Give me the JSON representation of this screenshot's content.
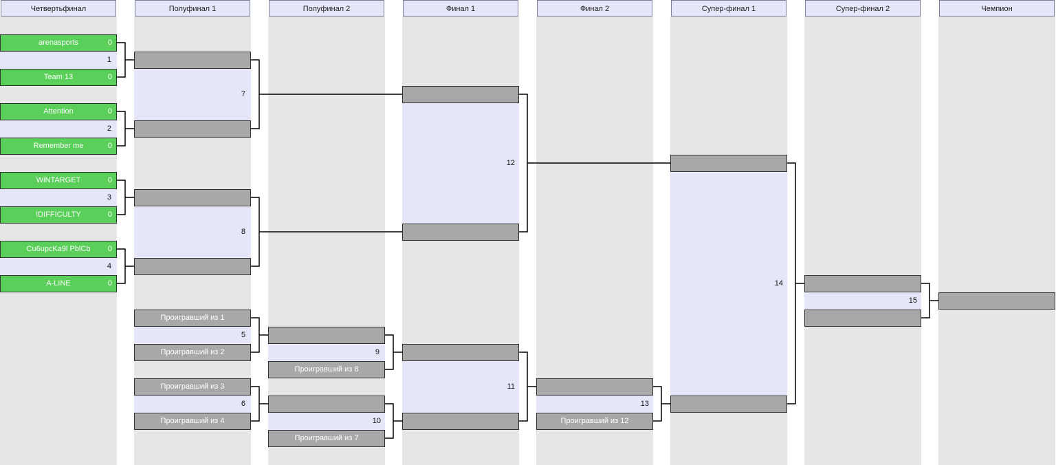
{
  "columns": [
    "Четвертьфинал",
    "Полуфинал 1",
    "Полуфинал 2",
    "Финал 1",
    "Финал 2",
    "Супер-финал 1",
    "Супер-финал 2",
    "Чемпион"
  ],
  "matches": [
    {
      "number": "1",
      "top": {
        "name": "arenasports",
        "score": "0"
      },
      "bottom": {
        "name": "Team 13",
        "score": "0"
      }
    },
    {
      "number": "2",
      "top": {
        "name": "Attention",
        "score": "0"
      },
      "bottom": {
        "name": "Remember me",
        "score": "0"
      }
    },
    {
      "number": "3",
      "top": {
        "name": "WiNTARGET",
        "score": "0"
      },
      "bottom": {
        "name": "!DIFFICULTY",
        "score": "0"
      }
    },
    {
      "number": "4",
      "top": {
        "name": "Cu6upcKa9l PblCb",
        "score": "0"
      },
      "bottom": {
        "name": "A-LINE",
        "score": "0"
      }
    },
    {
      "number": "5",
      "top": {
        "name": "Проигравший из 1"
      },
      "bottom": {
        "name": "Проигравший из 2"
      }
    },
    {
      "number": "6",
      "top": {
        "name": "Проигравший из 3"
      },
      "bottom": {
        "name": "Проигравший из 4"
      }
    },
    {
      "number": "7"
    },
    {
      "number": "8"
    },
    {
      "number": "9",
      "bottom": {
        "name": "Проигравший из 8"
      }
    },
    {
      "number": "10",
      "bottom": {
        "name": "Проигравший из 7"
      }
    },
    {
      "number": "11"
    },
    {
      "number": "12"
    },
    {
      "number": "13",
      "bottom": {
        "name": "Проигравший из 12"
      }
    },
    {
      "number": "14"
    },
    {
      "number": "15"
    }
  ],
  "colors": {
    "team_slot": "#5ad05a",
    "empty_slot": "#a8a8a8",
    "match_bg": "#e6e6fa",
    "column_bg": "#e6e6e6"
  }
}
